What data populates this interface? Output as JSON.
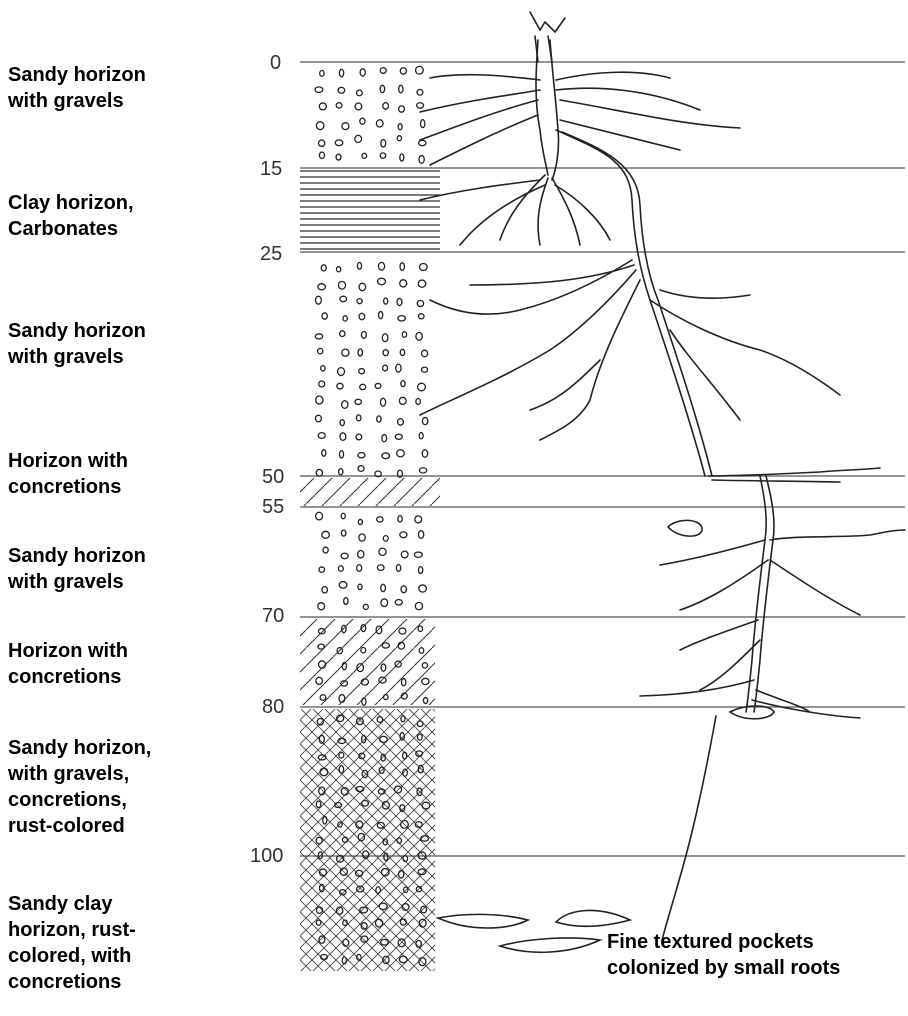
{
  "horizons": [
    {
      "label": "Sandy horizon\nwith gravels"
    },
    {
      "label": "Clay horizon,\nCarbonates"
    },
    {
      "label": "Sandy horizon\nwith gravels"
    },
    {
      "label": "Horizon with\nconcretions"
    },
    {
      "label": "Sandy horizon\nwith gravels"
    },
    {
      "label": "Horizon with\nconcretions"
    },
    {
      "label": "Sandy horizon,\nwith gravels,\nconcretions,\nrust-colored"
    },
    {
      "label": "Sandy clay\nhorizon, rust-\ncolored, with\nconcretions"
    }
  ],
  "depths": [
    "0",
    "15",
    "25",
    "50",
    "55",
    "70",
    "80",
    "100"
  ],
  "annotation": "Fine textured pockets\ncolonized by small roots"
}
